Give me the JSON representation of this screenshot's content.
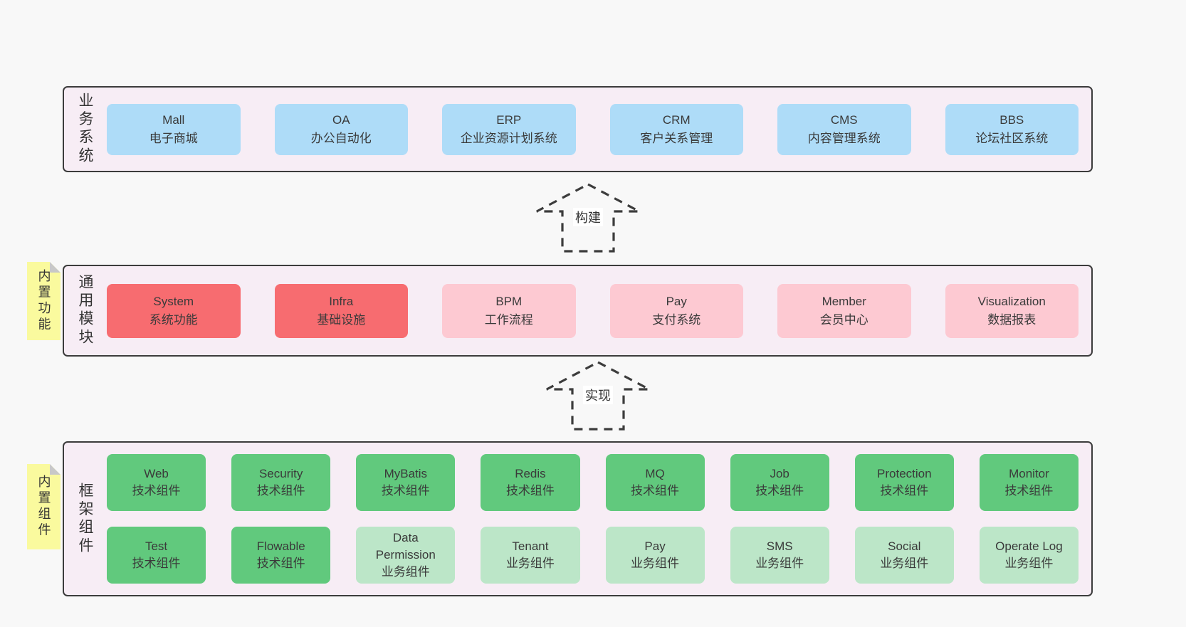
{
  "colors": {
    "page-bg": "#f8f8f8",
    "layer-bg": "#f7edf5",
    "border": "#3c3c3c",
    "text": "#3a3a3a",
    "blue": "#aedcf8",
    "red": "#f76c70",
    "pink": "#fdc9d2",
    "green": "#61c97d",
    "light-green": "#bce6c8",
    "yellow": "#fafa9e",
    "fold-gray": "#c8c8c8",
    "label-bg": "#ffffff"
  },
  "arrows": {
    "build": "构建",
    "implement": "实现"
  },
  "layers": {
    "business": {
      "label": "业务系统",
      "boxes": [
        {
          "title": "Mall",
          "subtitle": "电子商城"
        },
        {
          "title": "OA",
          "subtitle": "办公自动化"
        },
        {
          "title": "ERP",
          "subtitle": "企业资源计划系统"
        },
        {
          "title": "CRM",
          "subtitle": "客户关系管理"
        },
        {
          "title": "CMS",
          "subtitle": "内容管理系统"
        },
        {
          "title": "BBS",
          "subtitle": "论坛社区系统"
        }
      ]
    },
    "modules": {
      "label": "通用模块",
      "sticky": "内置功能",
      "boxes": [
        {
          "title": "System",
          "subtitle": "系统功能"
        },
        {
          "title": "Infra",
          "subtitle": "基础设施"
        },
        {
          "title": "BPM",
          "subtitle": "工作流程"
        },
        {
          "title": "Pay",
          "subtitle": "支付系统"
        },
        {
          "title": "Member",
          "subtitle": "会员中心"
        },
        {
          "title": "Visualization",
          "subtitle": "数据报表"
        }
      ]
    },
    "framework": {
      "label": "框架组件",
      "sticky": "内置组件",
      "row1": [
        {
          "title": "Web",
          "subtitle": "技术组件"
        },
        {
          "title": "Security",
          "subtitle": "技术组件"
        },
        {
          "title": "MyBatis",
          "subtitle": "技术组件"
        },
        {
          "title": "Redis",
          "subtitle": "技术组件"
        },
        {
          "title": "MQ",
          "subtitle": "技术组件"
        },
        {
          "title": "Job",
          "subtitle": "技术组件"
        },
        {
          "title": "Protection",
          "subtitle": "技术组件"
        },
        {
          "title": "Monitor",
          "subtitle": "技术组件"
        }
      ],
      "row2": [
        {
          "title": "Test",
          "subtitle": "技术组件"
        },
        {
          "title": "Flowable",
          "subtitle": "技术组件"
        },
        {
          "title": "Data Permission",
          "subtitle": "业务组件"
        },
        {
          "title": "Tenant",
          "subtitle": "业务组件"
        },
        {
          "title": "Pay",
          "subtitle": "业务组件"
        },
        {
          "title": "SMS",
          "subtitle": "业务组件"
        },
        {
          "title": "Social",
          "subtitle": "业务组件"
        },
        {
          "title": "Operate Log",
          "subtitle": "业务组件"
        }
      ]
    }
  }
}
